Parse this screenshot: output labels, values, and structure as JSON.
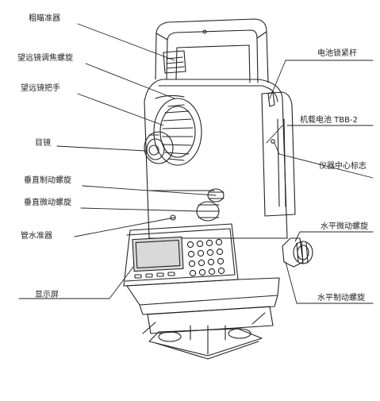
{
  "labels": {
    "sight": "粗瞄准器",
    "focus_knob": "望远镜调焦螺旋",
    "handle": "望远镜把手",
    "eyepiece": "目镜",
    "v_clamp": "垂直制动螺旋",
    "v_tangent": "垂直微动螺旋",
    "tube_level": "管水准器",
    "display": "显示屏",
    "battery_lock": "电池锁紧杆",
    "battery": "机载电池 TBB-2",
    "center_mark": "仪器中心标志",
    "h_tangent": "水平微动螺旋",
    "h_clamp": "水平制动螺旋"
  },
  "colors": {
    "line": "#222222",
    "screen": "#d9d9d9"
  }
}
